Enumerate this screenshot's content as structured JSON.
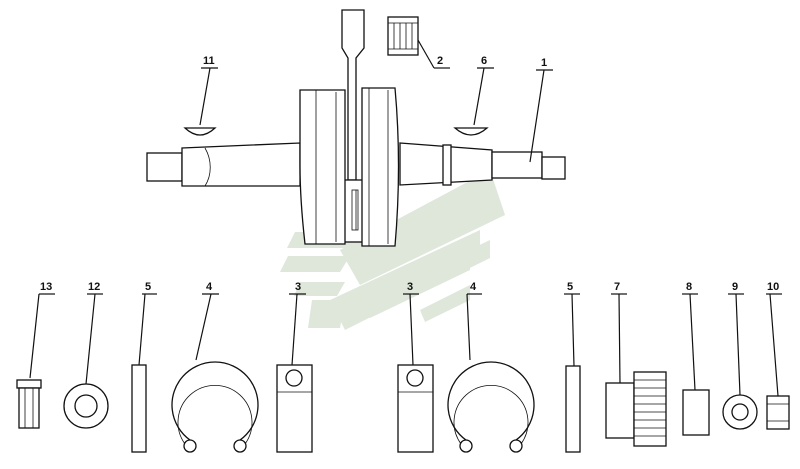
{
  "callouts": {
    "c1": "1",
    "c2": "2",
    "c3a": "3",
    "c3b": "3",
    "c4a": "4",
    "c4b": "4",
    "c5a": "5",
    "c5b": "5",
    "c6": "6",
    "c7": "7",
    "c8": "8",
    "c9": "9",
    "c10": "10",
    "c11": "11",
    "c12": "12",
    "c13": "13"
  },
  "colors": {
    "line": "#111111",
    "watermark": "#d9e3d5"
  }
}
